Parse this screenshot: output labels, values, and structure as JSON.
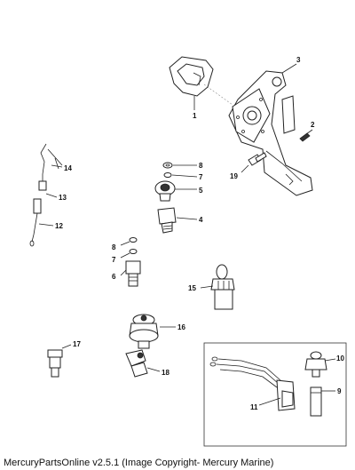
{
  "callouts": {
    "c1": "1",
    "c2": "2",
    "c3": "3",
    "c4": "4",
    "c5": "5",
    "c6": "6",
    "c7a": "7",
    "c8a": "8",
    "c7b": "7",
    "c8b": "8",
    "c9": "9",
    "c10": "10",
    "c11": "11",
    "c12": "12",
    "c13": "13",
    "c14": "14",
    "c15": "15",
    "c16": "16",
    "c17": "17",
    "c18": "18",
    "c19": "19"
  },
  "footer": "MercuryPartsOnline v2.5.1 (Image Copyright- Mercury Marine)"
}
